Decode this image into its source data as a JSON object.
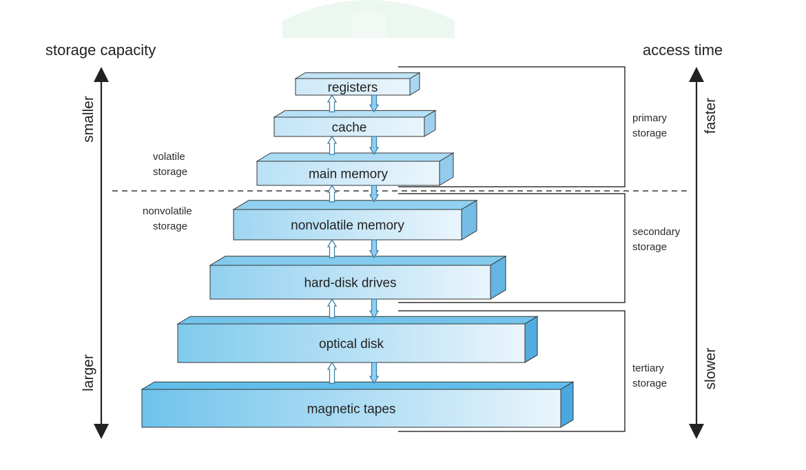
{
  "axis_left": {
    "title": "storage capacity",
    "top_label": "smaller",
    "bottom_label": "larger"
  },
  "axis_right": {
    "title": "access time",
    "top_label": "faster",
    "bottom_label": "slower"
  },
  "divider": {
    "above": [
      "volatile",
      "storage"
    ],
    "below": [
      "nonvolatile",
      "storage"
    ]
  },
  "tiers": [
    {
      "label": "registers"
    },
    {
      "label": "cache"
    },
    {
      "label": "main memory"
    },
    {
      "label": "nonvolatile memory"
    },
    {
      "label": "hard-disk drives"
    },
    {
      "label": "optical disk"
    },
    {
      "label": "magnetic tapes"
    }
  ],
  "groups": [
    {
      "line1": "primary",
      "line2": "storage"
    },
    {
      "line1": "secondary",
      "line2": "storage"
    },
    {
      "line1": "tertiary",
      "line2": "storage"
    }
  ],
  "colors": {
    "light_face": "#eaf5fc",
    "dark_face": "#5dbbe8",
    "side_face": "#4aa8de",
    "arrow_fill": "#8fd0f0",
    "outline": "#333333",
    "watermark": "#dcefe4"
  }
}
